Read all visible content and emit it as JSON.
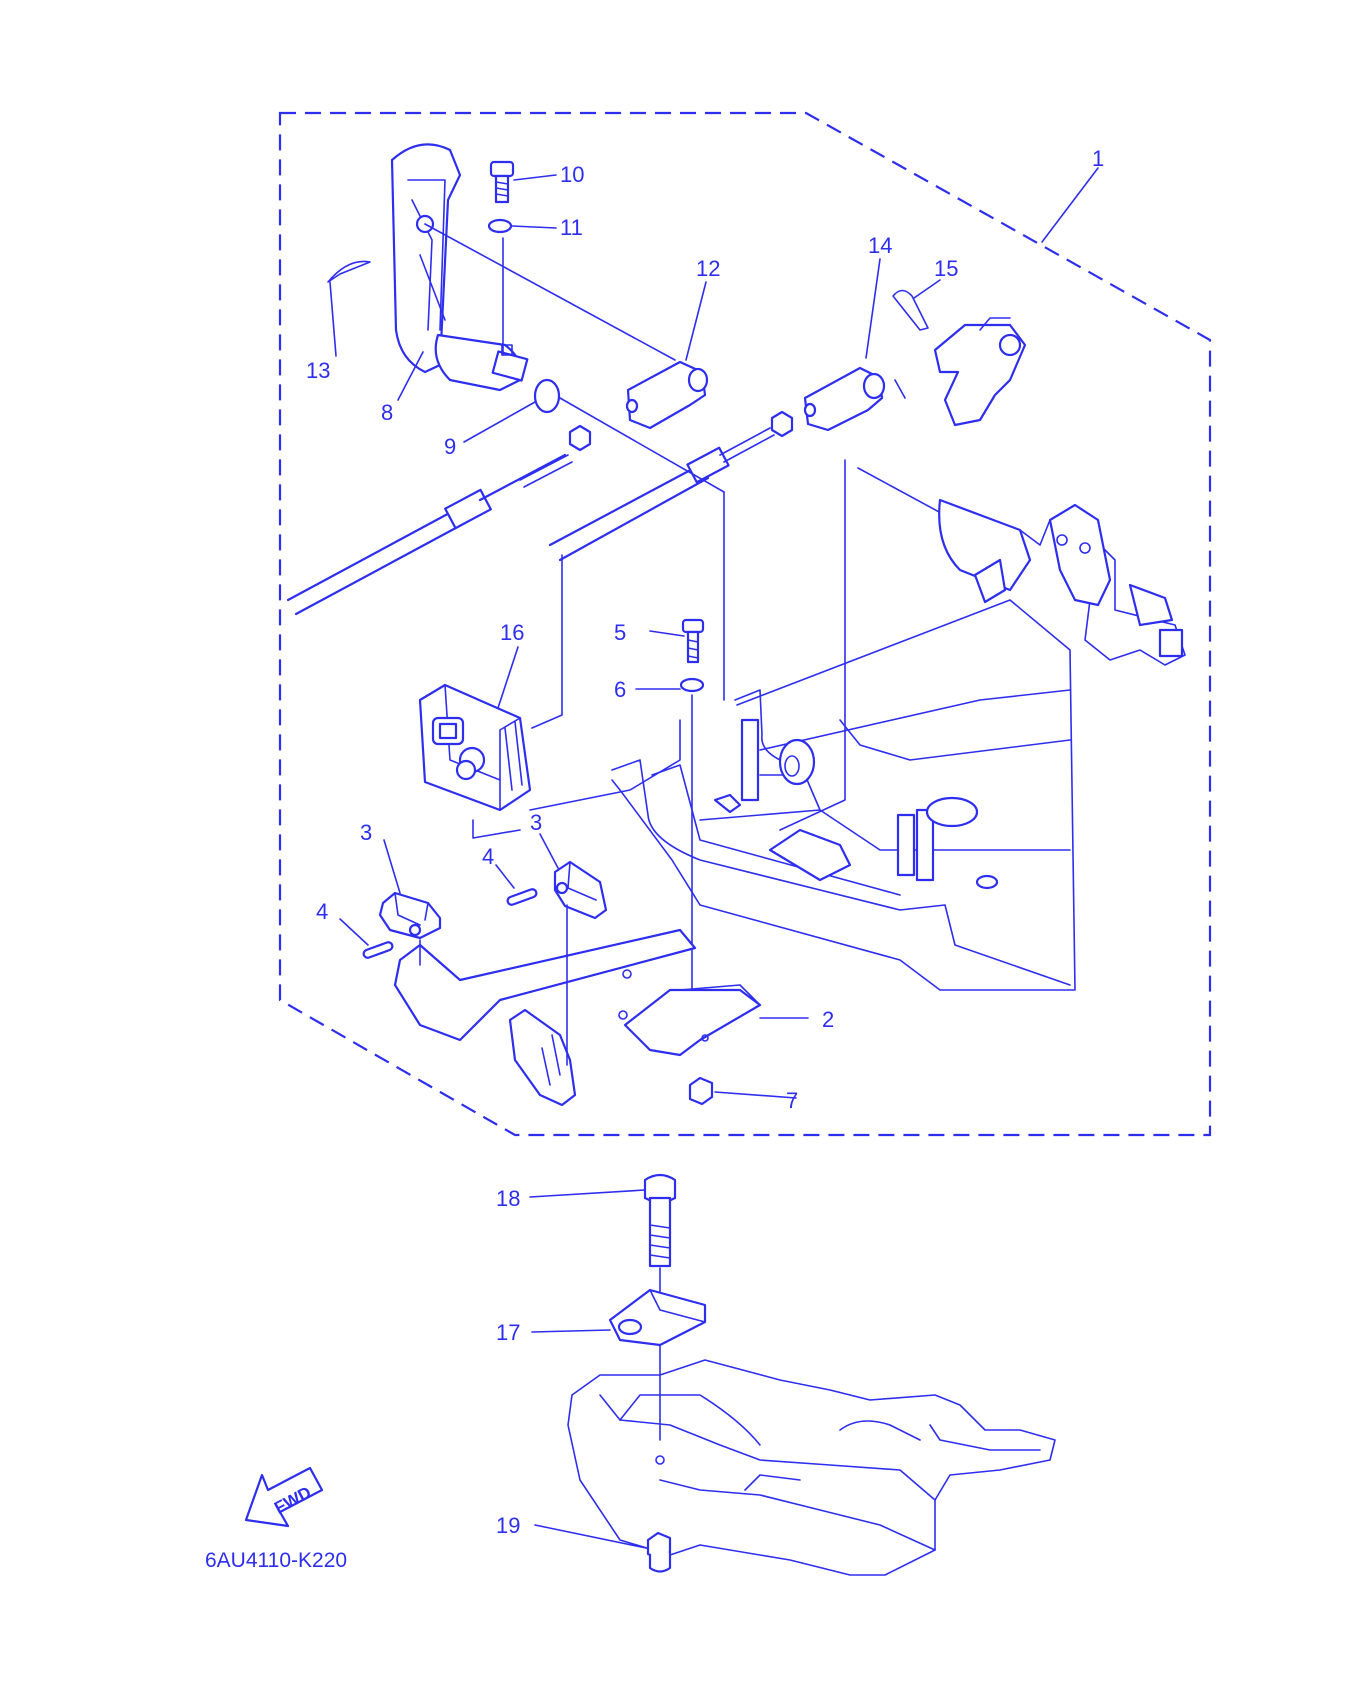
{
  "diagram": {
    "code": "6AU4110-K220",
    "direction_badge": "FWD",
    "callouts": [
      {
        "id": "c1",
        "text": "1"
      },
      {
        "id": "c2",
        "text": "2"
      },
      {
        "id": "c3a",
        "text": "3"
      },
      {
        "id": "c3b",
        "text": "3"
      },
      {
        "id": "c4a",
        "text": "4"
      },
      {
        "id": "c4b",
        "text": "4"
      },
      {
        "id": "c5",
        "text": "5"
      },
      {
        "id": "c6",
        "text": "6"
      },
      {
        "id": "c7",
        "text": "7"
      },
      {
        "id": "c8",
        "text": "8"
      },
      {
        "id": "c9",
        "text": "9"
      },
      {
        "id": "c10",
        "text": "10"
      },
      {
        "id": "c11",
        "text": "11"
      },
      {
        "id": "c12",
        "text": "12"
      },
      {
        "id": "c13",
        "text": "13"
      },
      {
        "id": "c14",
        "text": "14"
      },
      {
        "id": "c15",
        "text": "15"
      },
      {
        "id": "c16",
        "text": "16"
      },
      {
        "id": "c17",
        "text": "17"
      },
      {
        "id": "c18",
        "text": "18"
      },
      {
        "id": "c19",
        "text": "19"
      }
    ],
    "colors": {
      "ink": "#2e2ef0",
      "background": "#ffffff"
    }
  }
}
